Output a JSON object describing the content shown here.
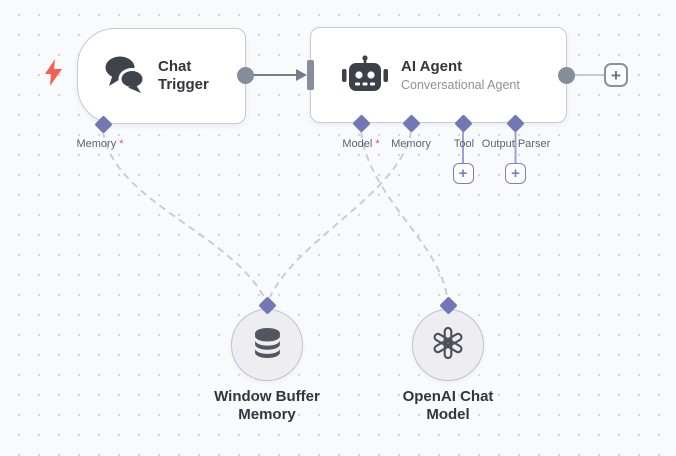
{
  "workflow": {
    "nodes": {
      "chat_trigger": {
        "title": "Chat Trigger",
        "icon": "chat-bubbles-icon",
        "trigger_indicator_icon": "lightning-bolt-icon",
        "inputs": [
          {
            "label": "Memory",
            "required_mark": "*"
          }
        ]
      },
      "ai_agent": {
        "title": "AI Agent",
        "subtitle": "Conversational Agent",
        "icon": "robot-icon",
        "inputs": [
          {
            "label": "Model",
            "required_mark": "*"
          },
          {
            "label": "Memory",
            "required_mark": ""
          },
          {
            "label": "Tool",
            "required_mark": "",
            "add_button": "+"
          },
          {
            "label": "Output Parser",
            "required_mark": "",
            "add_button": "+"
          }
        ],
        "output_add_button": "+"
      },
      "window_buffer_memory": {
        "label": "Window Buffer Memory",
        "icon": "database-icon"
      },
      "openai_chat_model": {
        "label": "OpenAI Chat Model",
        "icon": "openai-logo-icon"
      }
    },
    "connections": [
      {
        "from": "Chat Trigger",
        "to": "AI Agent",
        "style": "solid-arrow"
      },
      {
        "from": "Window Buffer Memory",
        "to": "Chat Trigger.Memory",
        "style": "dashed"
      },
      {
        "from": "Window Buffer Memory",
        "to": "AI Agent.Memory",
        "style": "dashed"
      },
      {
        "from": "OpenAI Chat Model",
        "to": "AI Agent.Model",
        "style": "dashed"
      }
    ],
    "colors": {
      "canvas_bg": "#f9fafc",
      "grid_dot": "#d5d8e3",
      "node_border": "#c6cad6",
      "port_diamond": "#7377b5",
      "endpoint_gray": "#878d99",
      "solid_line": "#757b87",
      "dashed_line": "#c9cdd8",
      "sub_connector_purple": "#9da1cf",
      "plus_purple": "#7c80bc",
      "required_mark": "#ee5050",
      "trigger_bolt": "#f4604e",
      "title_text": "#34363e",
      "subtitle_text": "#8d919b"
    }
  }
}
